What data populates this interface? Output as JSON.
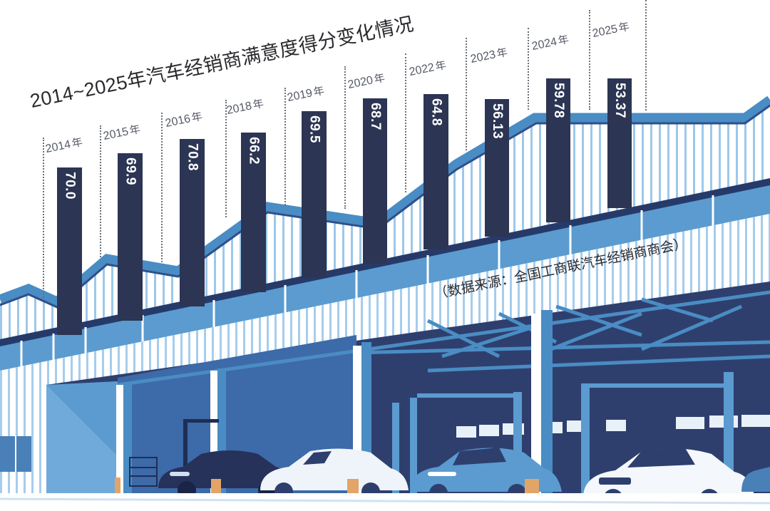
{
  "title": "2014~2025年汽车经销商满意度得分变化情况",
  "source": "（数据来源：全国工商联汽车经销商商会）",
  "colors": {
    "bar": "#2c3553",
    "bar_label": "#ffffff",
    "roof_light": "#4a8cc4",
    "roof_dark": "#263a6a",
    "wall_stripe": "#8fbfe6",
    "interior": "#2e3f6e",
    "accent_orange": "#e3a467"
  },
  "bars": [
    {
      "year": "2014",
      "unit": "年",
      "value": "70.0"
    },
    {
      "year": "2015",
      "unit": "年",
      "value": "69.9"
    },
    {
      "year": "2016",
      "unit": "年",
      "value": "70.8"
    },
    {
      "year": "2018",
      "unit": "年",
      "value": "66.2"
    },
    {
      "year": "2019",
      "unit": "年",
      "value": "69.5"
    },
    {
      "year": "2020",
      "unit": "年",
      "value": "68.7"
    },
    {
      "year": "2022",
      "unit": "年",
      "value": "64.8"
    },
    {
      "year": "2023",
      "unit": "年",
      "value": "56.13"
    },
    {
      "year": "2024",
      "unit": "年",
      "value": "59.78"
    },
    {
      "year": "2025",
      "unit": "年",
      "value": "53.37"
    }
  ],
  "chart_data": {
    "type": "bar",
    "title": "2014~2025年汽车经销商满意度得分变化情况",
    "categories": [
      "2014年",
      "2015年",
      "2016年",
      "2018年",
      "2019年",
      "2020年",
      "2022年",
      "2023年",
      "2024年",
      "2025年"
    ],
    "values": [
      70.0,
      69.9,
      70.8,
      66.2,
      69.5,
      68.7,
      64.8,
      56.13,
      59.78,
      53.37
    ],
    "xlabel": "",
    "ylabel": "",
    "annotations": [
      "（数据来源：全国工商联汽车经销商商会）"
    ],
    "data_labels": "vertical white text inside bars",
    "grid": false,
    "legend": "none",
    "background": "illustration of auto dealership / service garage with cars on lifts"
  }
}
